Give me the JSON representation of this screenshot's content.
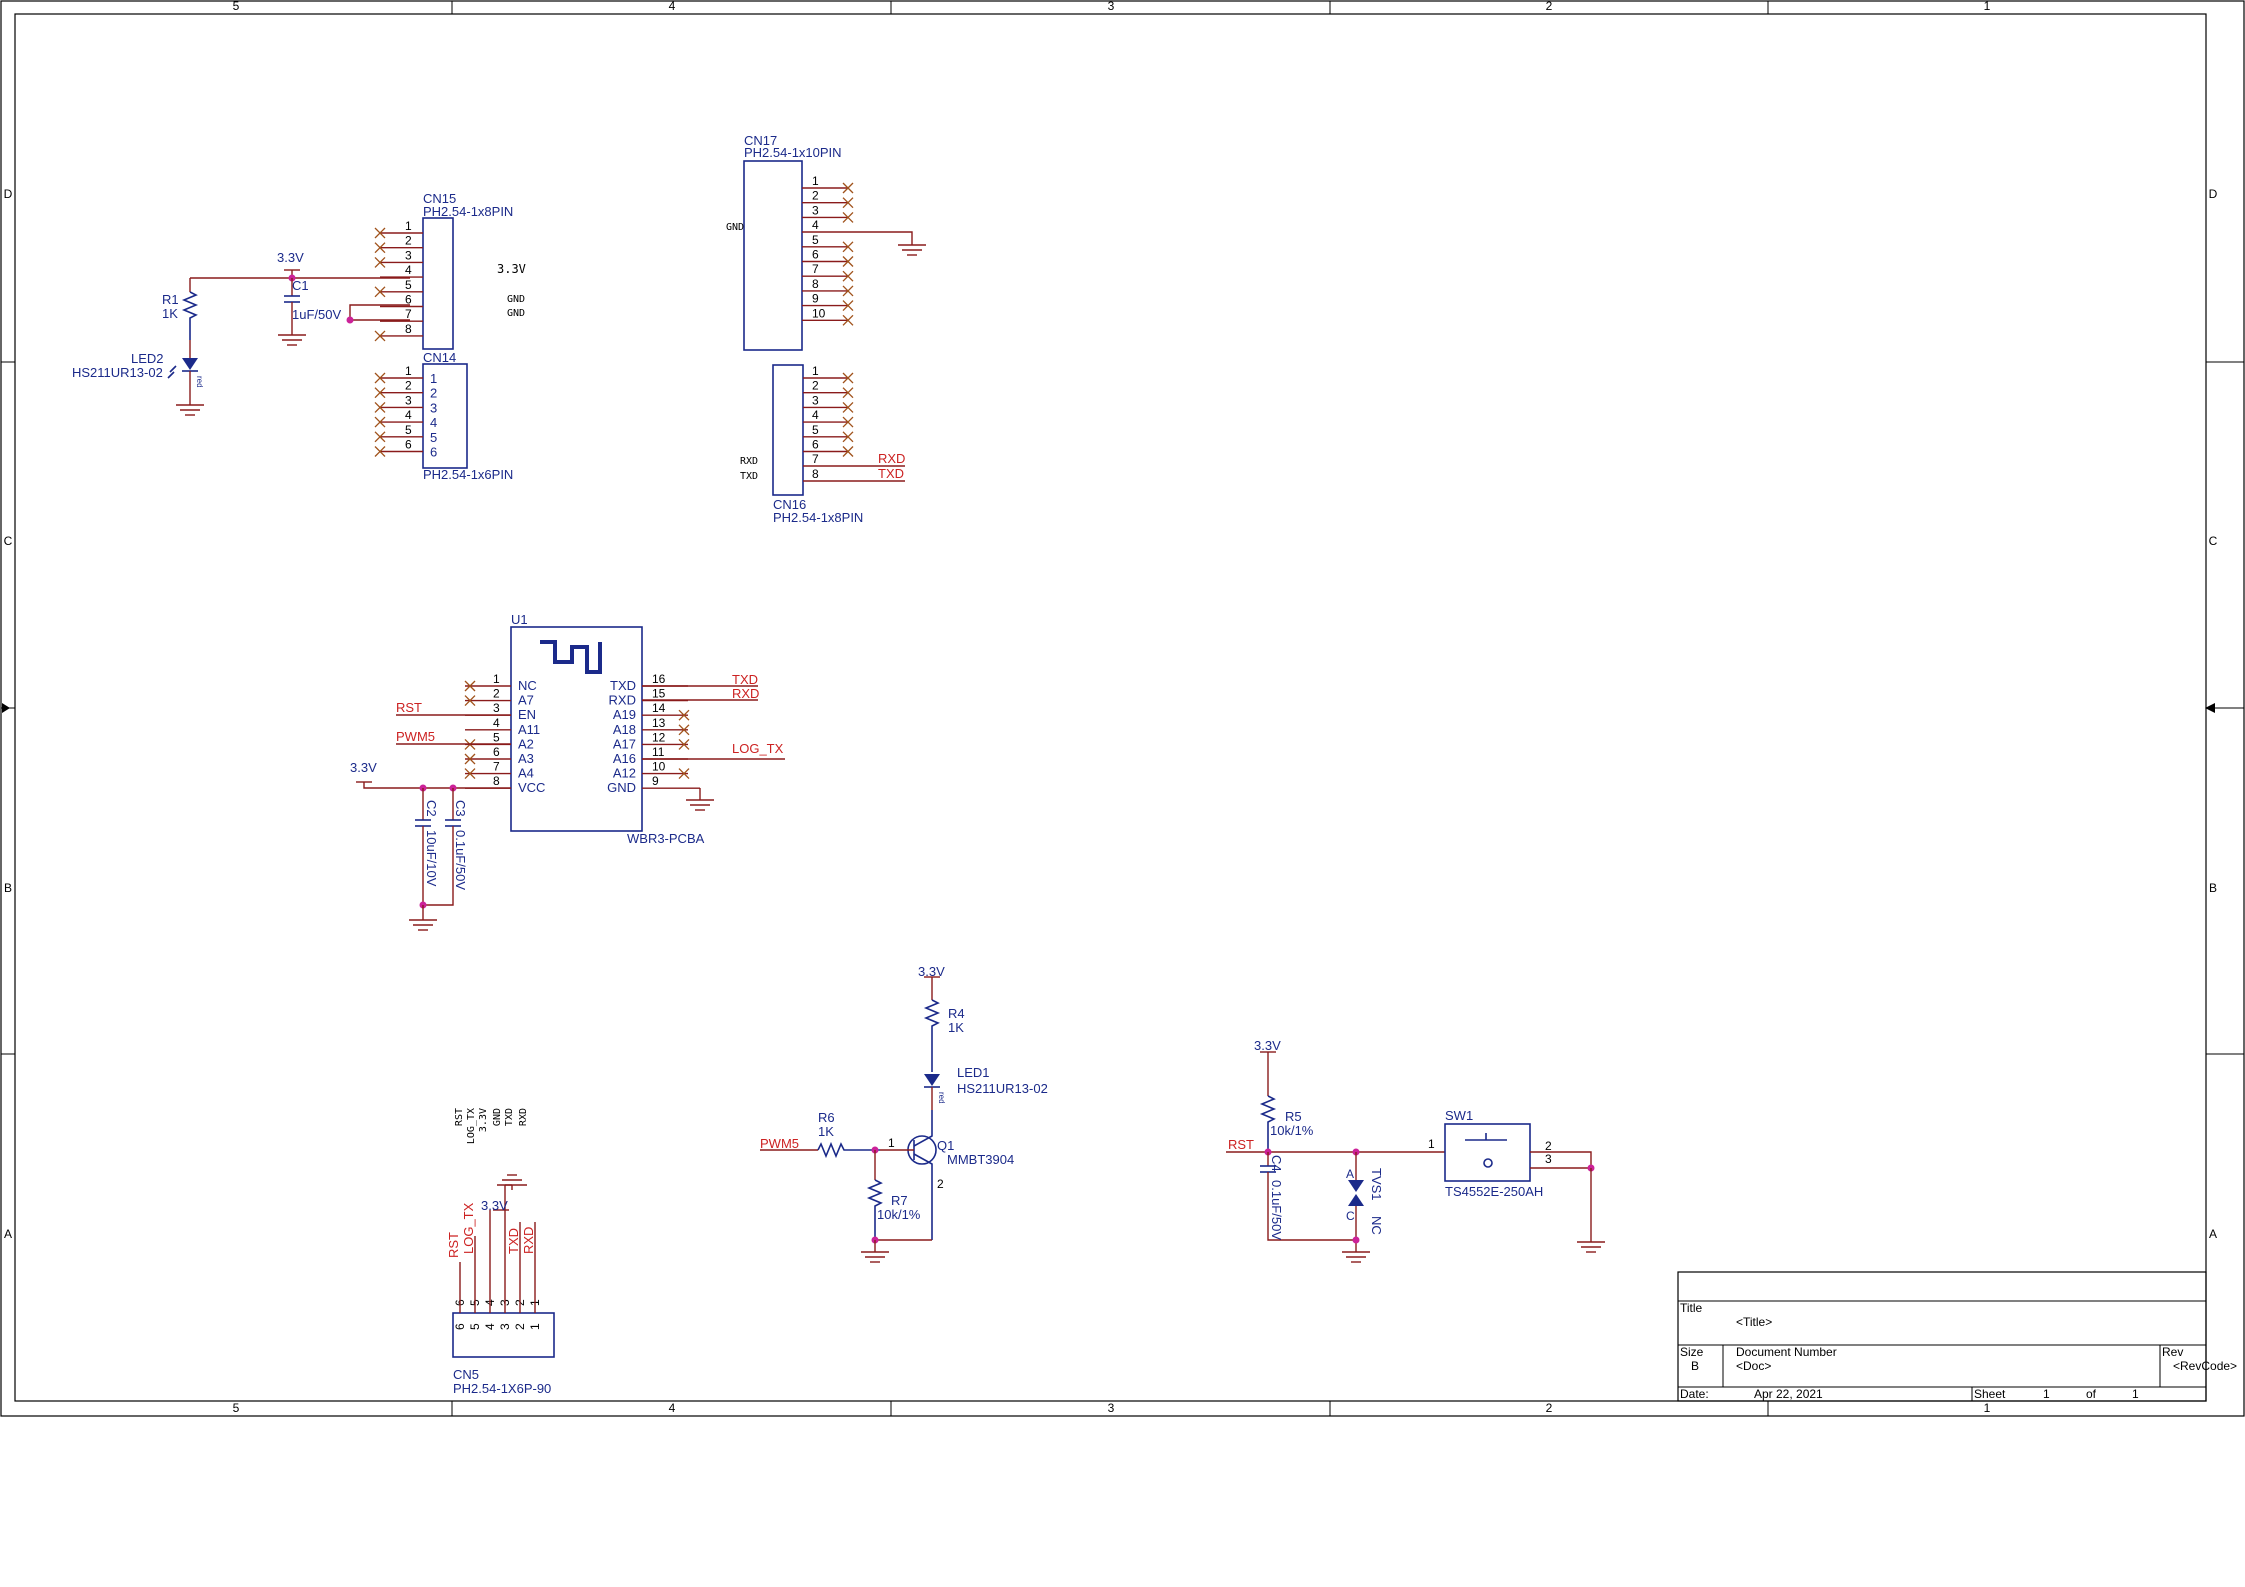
{
  "frame": {
    "cols": [
      "5",
      "4",
      "3",
      "2",
      "1"
    ],
    "rows": [
      "D",
      "C",
      "B",
      "A"
    ]
  },
  "components": {
    "cn15": {
      "ref": "CN15",
      "value": "PH2.54-1x8PIN",
      "pins": [
        "1",
        "2",
        "3",
        "4",
        "5",
        "6",
        "7",
        "8"
      ],
      "side_labels": [
        "3.3V",
        "GND",
        "GND"
      ]
    },
    "cn14": {
      "ref": "CN14",
      "value": "PH2.54-1x6PIN",
      "pins": [
        "1",
        "2",
        "3",
        "4",
        "5",
        "6"
      ],
      "inner": [
        "1",
        "2",
        "3",
        "4",
        "5",
        "6"
      ]
    },
    "cn17": {
      "ref": "CN17",
      "value": "PH2.54-1x10PIN",
      "pins": [
        "1",
        "2",
        "3",
        "4",
        "5",
        "6",
        "7",
        "8",
        "9",
        "10"
      ],
      "side_labels": [
        "GND"
      ]
    },
    "cn16": {
      "ref": "CN16",
      "value": "PH2.54-1x8PIN",
      "pins": [
        "1",
        "2",
        "3",
        "4",
        "5",
        "6",
        "7",
        "8"
      ],
      "side_labels": [
        "RXD",
        "TXD"
      ]
    },
    "r1": {
      "ref": "R1",
      "value": "1K"
    },
    "led2": {
      "ref": "LED2",
      "value": "HS211UR13-02",
      "tag": "red"
    },
    "c1": {
      "ref": "C1",
      "value": "1uF/50V"
    },
    "u1": {
      "ref": "U1",
      "value": "WBR3-PCBA",
      "left_pins": [
        {
          "num": "1",
          "name": "NC"
        },
        {
          "num": "2",
          "name": "A7"
        },
        {
          "num": "3",
          "name": "EN"
        },
        {
          "num": "4",
          "name": "A11"
        },
        {
          "num": "5",
          "name": "A2"
        },
        {
          "num": "6",
          "name": "A3"
        },
        {
          "num": "7",
          "name": "A4"
        },
        {
          "num": "8",
          "name": "VCC"
        }
      ],
      "right_pins": [
        {
          "num": "16",
          "name": "TXD"
        },
        {
          "num": "15",
          "name": "RXD"
        },
        {
          "num": "14",
          "name": "A19"
        },
        {
          "num": "13",
          "name": "A18"
        },
        {
          "num": "12",
          "name": "A17"
        },
        {
          "num": "11",
          "name": "A16"
        },
        {
          "num": "10",
          "name": "A12"
        },
        {
          "num": "9",
          "name": "GND"
        }
      ]
    },
    "c2": {
      "ref": "C2",
      "value": "10uF/10V"
    },
    "c3": {
      "ref": "C3",
      "value": "0.1uF/50V"
    },
    "r4": {
      "ref": "R4",
      "value": "1K"
    },
    "led1": {
      "ref": "LED1",
      "value": "HS211UR13-02",
      "tag": "red"
    },
    "q1": {
      "ref": "Q1",
      "value": "MMBT3904",
      "pins": [
        "1",
        "2"
      ]
    },
    "r6": {
      "ref": "R6",
      "value": "1K"
    },
    "r7": {
      "ref": "R7",
      "value": "10k/1%"
    },
    "r5": {
      "ref": "R5",
      "value": "10k/1%"
    },
    "c4": {
      "ref": "C4",
      "value": "0.1uF/50V"
    },
    "tvs1": {
      "ref": "TVS1",
      "value": "NC",
      "anode": "A",
      "cathode": "C"
    },
    "sw1": {
      "ref": "SW1",
      "value": "TS4552E-250AH",
      "pins": [
        "1",
        "2",
        "3"
      ]
    },
    "cn5": {
      "ref": "CN5",
      "value": "PH2.54-1X6P-90",
      "pins": [
        "6",
        "5",
        "4",
        "3",
        "2",
        "1"
      ],
      "side_labels": [
        "RST",
        "LOG_TX",
        "3.3V",
        "GND",
        "TXD",
        "RXD"
      ]
    }
  },
  "nets": {
    "v33": "3.3V",
    "txd": "TXD",
    "rxd": "RXD",
    "rst": "RST",
    "pwm5": "PWM5",
    "log_tx": "LOG_TX"
  },
  "title_block": {
    "title_label": "Title",
    "title_value": "<Title>",
    "size_label": "Size",
    "size_value": "B",
    "docnum_label": "Document Number",
    "docnum_value": "<Doc>",
    "rev_label": "Rev",
    "rev_value": "<RevCode>",
    "date_label": "Date:",
    "date_value": "Apr 22, 2021",
    "sheet_label": "Sheet",
    "sheet_num": "1",
    "of_label": "of",
    "sheet_total": "1"
  }
}
